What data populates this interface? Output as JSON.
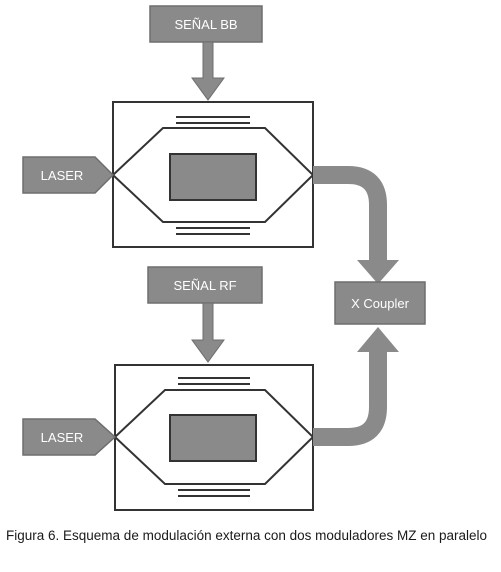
{
  "diagram": {
    "top_signal_label": "SEÑAL BB",
    "bottom_signal_label": "SEÑAL RF",
    "top_source_label": "LASER",
    "bottom_source_label": "LASER",
    "coupler_label": "X Coupler"
  },
  "caption": "Figura 6. Esquema de modulación externa con dos moduladores MZ en paralelo",
  "colors": {
    "block_fill": "#8a8a8a",
    "block_stroke": "#6e6e6e",
    "line": "#333333",
    "arrow": "#8a8a8a"
  }
}
